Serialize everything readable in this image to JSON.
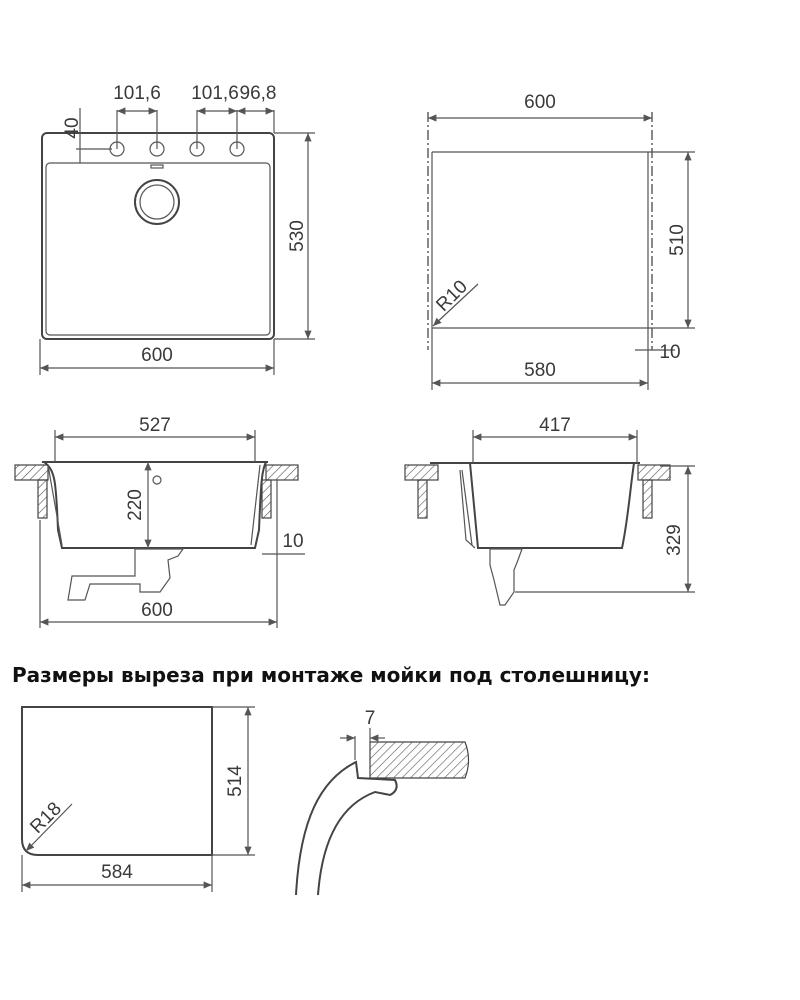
{
  "top_view": {
    "hole_spacing_1": "101,6",
    "hole_spacing_2": "101,6",
    "hole_spacing_3": "96,8",
    "hole_offset": "40",
    "width": "600",
    "depth": "530"
  },
  "cutout_overmount": {
    "width": "600",
    "depth": "510",
    "cut_width": "580",
    "margin": "10",
    "radius": "R10"
  },
  "section_front": {
    "bowl_width": "527",
    "bowl_depth": "220",
    "overall_width": "600",
    "offset": "10"
  },
  "section_side": {
    "bowl_width": "417",
    "overall_height": "329"
  },
  "undermount": {
    "heading": "Размеры выреза при монтаже мойки под столешницу:",
    "cut_width": "584",
    "cut_depth": "514",
    "radius": "R18",
    "edge_offset": "7"
  }
}
